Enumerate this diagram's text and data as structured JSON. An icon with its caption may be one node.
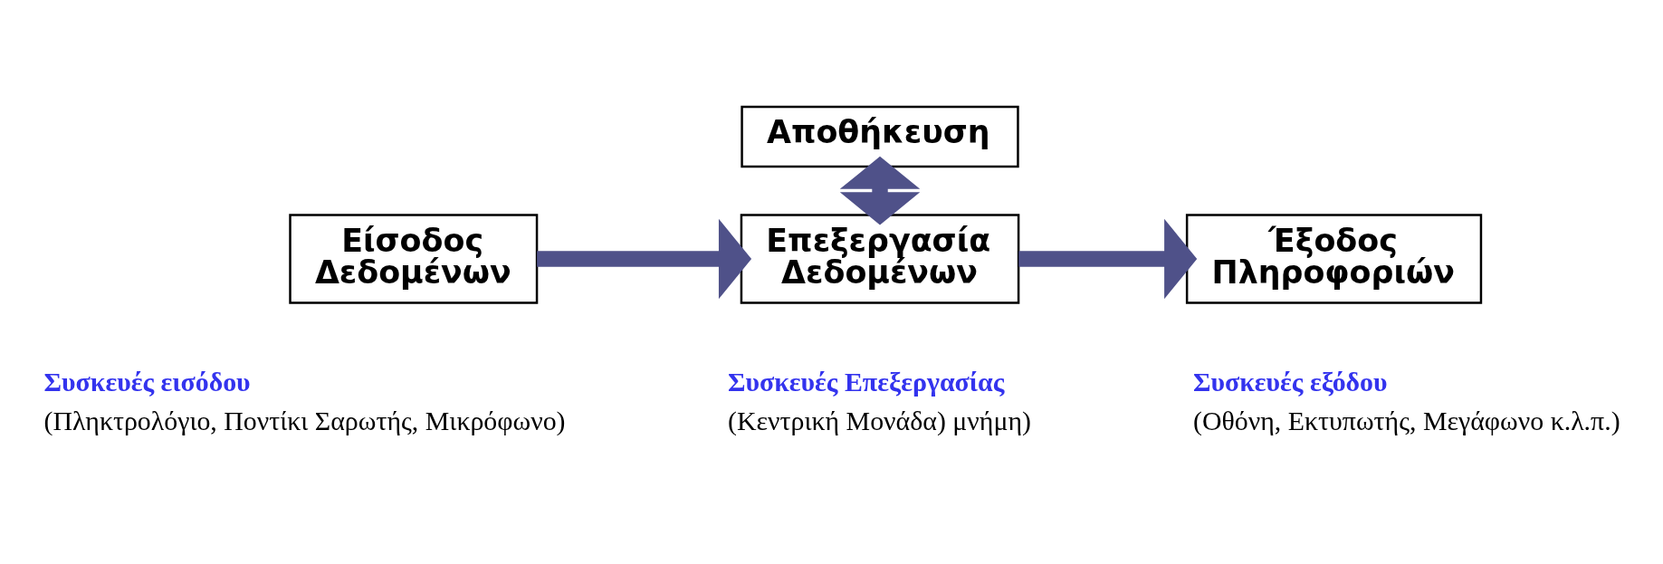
{
  "diagram": {
    "nodes": [
      {
        "text": [
          "Αποθήκευση"
        ]
      },
      {
        "text": [
          "Είσοδος Δεδομένων"
        ],
        "beside": [
          "Συσκευές εισόδου",
          "(Πληκτρολόγιο, Ποντίκι Σαρωτής, Μικρόφωνο)"
        ]
      },
      {
        "text": [
          "Επεξεργασία Δεδομένων"
        ],
        "beside": [
          "Συσκευές Επεξεργασίας",
          "(Κεντρική Μονάδα) μνήμη)"
        ]
      },
      {
        "text": [
          "Έξοδος Πληροφοριών"
        ],
        "beside": [
          "Συσκευές εξόδου",
          "(Οθόνη, Εκτυπωτής, Μεγάφωνο κ.λ.π.)"
        ]
      }
    ],
    "edges": [
      {
        "from": 1,
        "to": 2,
        "arrow": "to"
      },
      {
        "from": 2,
        "to": 3,
        "arrow": "to"
      },
      {
        "from": 0,
        "to": 2,
        "arrow": "both"
      }
    ]
  }
}
